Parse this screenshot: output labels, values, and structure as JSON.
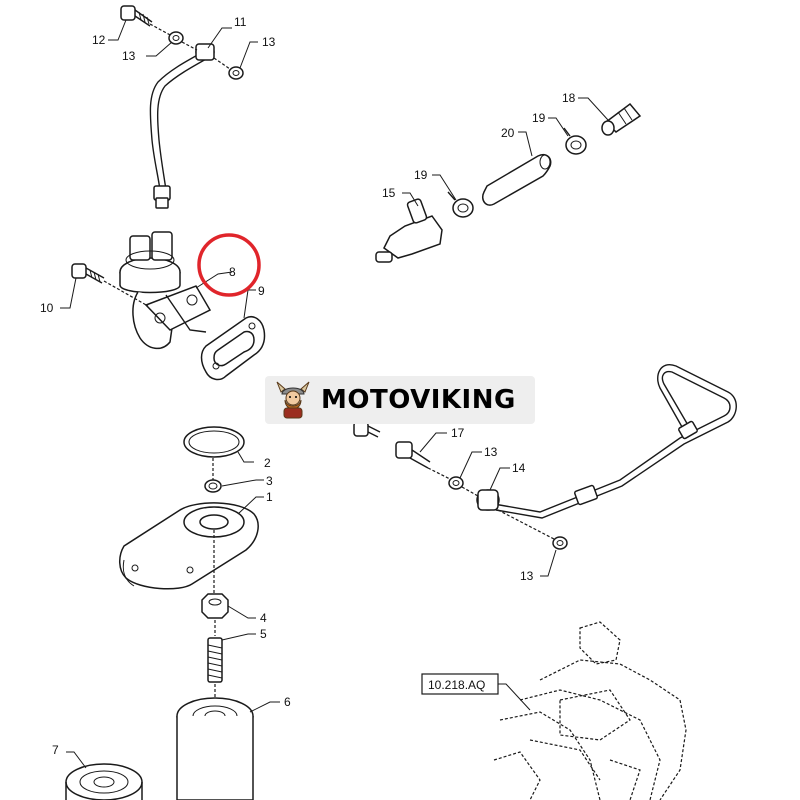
{
  "watermark": {
    "text": "MOTOVIKING",
    "logo": "viking-mascot-icon"
  },
  "highlight": {
    "color": "#e0252b",
    "target_callout": "8"
  },
  "callouts": {
    "c1": "1",
    "c2": "2",
    "c3": "3",
    "c4": "4",
    "c5": "5",
    "c6": "6",
    "c7": "7",
    "c8": "8",
    "c9": "9",
    "c10": "10",
    "c11": "11",
    "c12": "12",
    "c13a": "13",
    "c13b": "13",
    "c13c": "13",
    "c13d": "13",
    "c14": "14",
    "c15": "15",
    "c17": "17",
    "c18": "18",
    "c19a": "19",
    "c19b": "19",
    "c20": "20"
  },
  "reference_box": {
    "label": "10.218.AQ"
  }
}
